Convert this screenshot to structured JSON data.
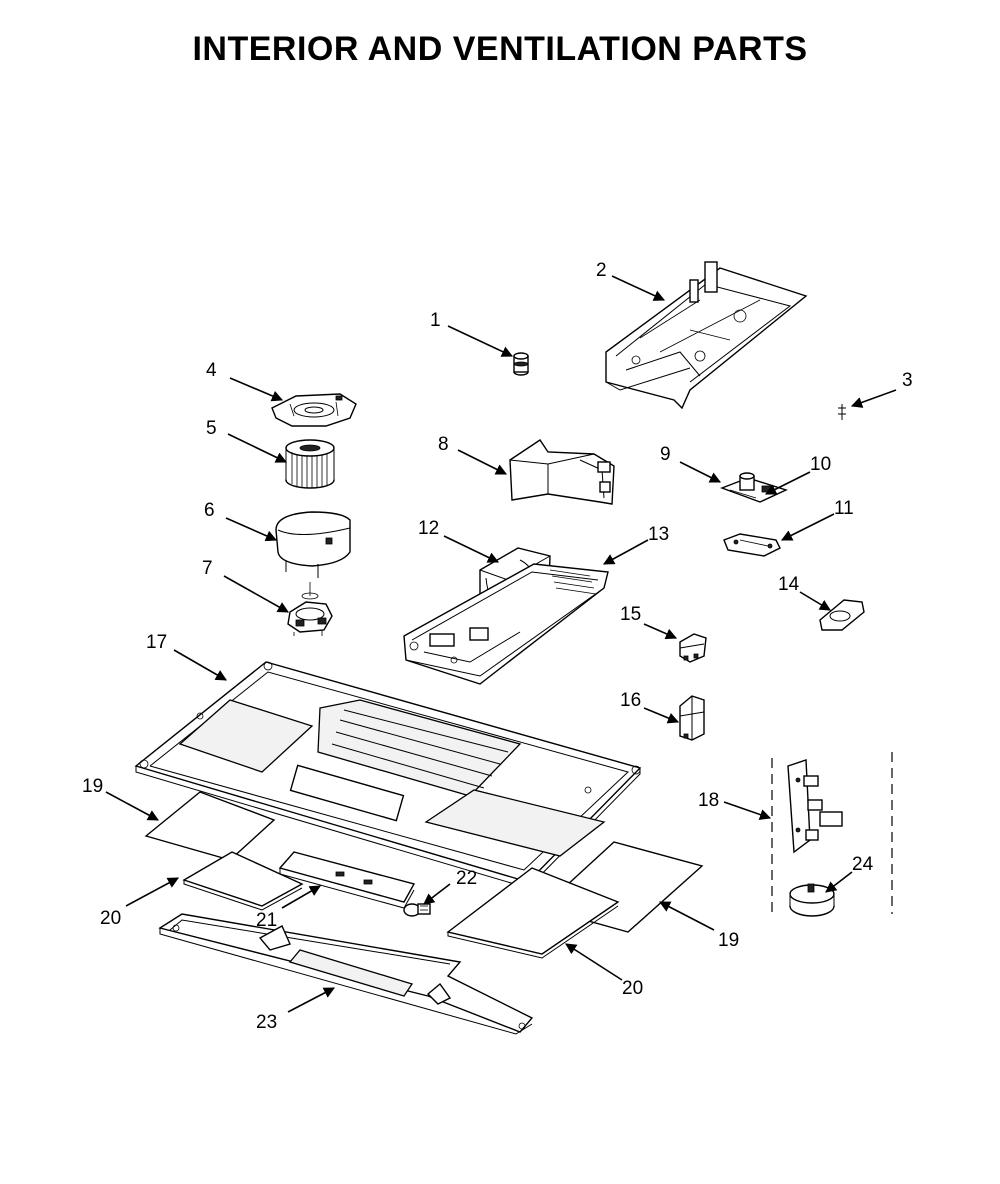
{
  "title": "INTERIOR AND VENTILATION PARTS",
  "callouts": {
    "c1": "1",
    "c2": "2",
    "c3": "3",
    "c4": "4",
    "c5": "5",
    "c6": "6",
    "c7": "7",
    "c8": "8",
    "c9": "9",
    "c10": "10",
    "c11": "11",
    "c12": "12",
    "c13": "13",
    "c14": "14",
    "c15": "15",
    "c16": "16",
    "c17": "17",
    "c18": "18",
    "c19a": "19",
    "c19b": "19",
    "c20a": "20",
    "c20b": "20",
    "c21": "21",
    "c22": "22",
    "c23": "23",
    "c24": "24"
  }
}
